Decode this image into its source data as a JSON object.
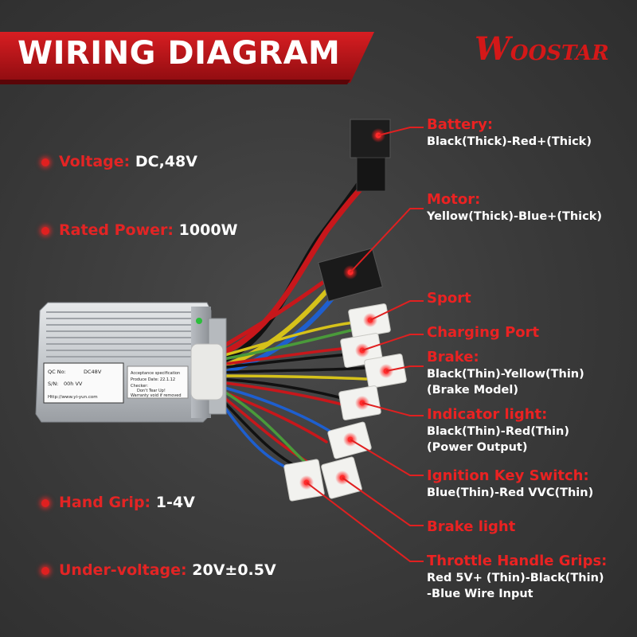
{
  "banner": {
    "title": "WIRING DIAGRAM"
  },
  "logo": {
    "letter": "W",
    "oo": "OO",
    "rest": "STAR"
  },
  "specs": [
    {
      "label": "Voltage:",
      "value": "DC,48V"
    },
    {
      "label": "Rated Power:",
      "value": "1000W"
    },
    {
      "label": "Hand Grip:",
      "value": "1-4V"
    },
    {
      "label": "Under-voltage:",
      "value": "20V±0.5V"
    }
  ],
  "callouts": [
    {
      "title": "Battery:",
      "lines": [
        "Black(Thick)-Red+(Thick)"
      ]
    },
    {
      "title": "Motor:",
      "lines": [
        "Yellow(Thick)-Blue+(Thick)"
      ]
    },
    {
      "title": "Sport",
      "lines": []
    },
    {
      "title": "Charging Port",
      "lines": []
    },
    {
      "title": "Brake:",
      "lines": [
        "Black(Thin)-Yellow(Thin)",
        "(Brake Model)"
      ]
    },
    {
      "title": "Indicator light:",
      "lines": [
        "Black(Thin)-Red(Thin)",
        "(Power Output)"
      ]
    },
    {
      "title": "Ignition Key Switch:",
      "lines": [
        "Blue(Thin)-Red VVC(Thin)"
      ]
    },
    {
      "title": "Brake light",
      "lines": []
    },
    {
      "title": "Throttle Handle Grips:",
      "lines": [
        "Red 5V+ (Thin)-Black(Thin)",
        "-Blue Wire Input"
      ]
    }
  ],
  "controller": {
    "qc_label": "QC No:",
    "qc_value": "DC48V",
    "sn_label": "S/N:",
    "sn_value": "00h VV",
    "website": "Http://www.yi-yun.com",
    "sticker_lines": [
      "Acceptance specification",
      "Produce Date: 22.1.12",
      "Checker:",
      "Don't Tear Up!",
      "Warranty void if removed"
    ]
  },
  "colors": {
    "accent_red": "#e32424",
    "banner_red": "#c2161b",
    "background": "#3b3b3b",
    "controller_silver": "#c9cdd2"
  }
}
